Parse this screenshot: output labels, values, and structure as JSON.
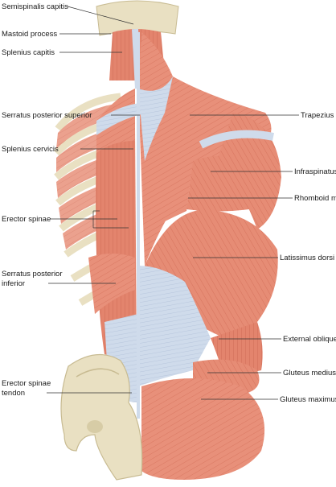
{
  "diagram": {
    "labels_left": [
      {
        "id": "semispinalis-capitis",
        "text": "Semispinalis capitis"
      },
      {
        "id": "mastoid-process",
        "text": "Mastoid process"
      },
      {
        "id": "splenius-capitis",
        "text": "Splenius capitis"
      },
      {
        "id": "serratus-posterior-superior",
        "text": "Serratus posterior superior"
      },
      {
        "id": "splenius-cervicis",
        "text": "Splenius cervicis"
      },
      {
        "id": "erector-spinae",
        "text": "Erector spinae"
      },
      {
        "id": "serratus-posterior-inferior-1",
        "text": "Serratus posterior"
      },
      {
        "id": "serratus-posterior-inferior-2",
        "text": "inferior"
      },
      {
        "id": "erector-spinae-tendon-1",
        "text": "Erector spinae"
      },
      {
        "id": "erector-spinae-tendon-2",
        "text": "tendon"
      }
    ],
    "labels_right": [
      {
        "id": "trapezius",
        "text": "Trapezius"
      },
      {
        "id": "infraspinatus",
        "text": "Infraspinatus"
      },
      {
        "id": "rhomboid-major",
        "text": "Rhomboid major"
      },
      {
        "id": "latissimus-dorsi",
        "text": "Latissimus dorsi"
      },
      {
        "id": "external-oblique",
        "text": "External oblique"
      },
      {
        "id": "gluteus-medius",
        "text": "Gluteus medius"
      },
      {
        "id": "gluteus-maximus",
        "text": "Gluteus maximus"
      }
    ],
    "colors": {
      "muscle": "#e8907a",
      "muscle_dark": "#d8705c",
      "tendon": "#cdd9ea",
      "bone": "#e9e0c2",
      "bone_shadow": "#c8bb92",
      "line": "#333333"
    }
  }
}
